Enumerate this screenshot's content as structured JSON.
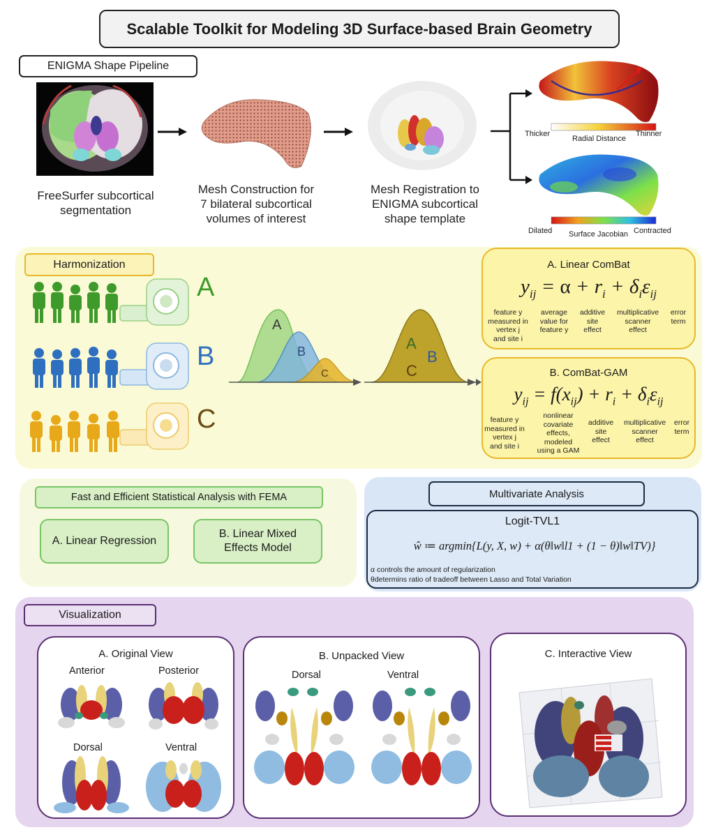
{
  "title": "Scalable Toolkit for Modeling 3D Surface-based Brain Geometry",
  "enigma": {
    "label": "ENIGMA Shape Pipeline",
    "steps": [
      {
        "caption_lines": [
          "FreeSurfer subcortical",
          "segmentation"
        ]
      },
      {
        "caption_lines": [
          "Mesh Construction for",
          "7 bilateral subcortical",
          "volumes of interest"
        ]
      },
      {
        "caption_lines": [
          "Mesh Registration to",
          "ENIGMA subcortical",
          "shape template"
        ]
      }
    ],
    "colorbars": [
      {
        "left": "Thicker",
        "center": "Radial Distance",
        "right": "Thinner"
      },
      {
        "left": "Dilated",
        "center": "Surface Jacobian",
        "right": "Contracted"
      }
    ]
  },
  "harmonization": {
    "label": "Harmonization",
    "sites": [
      "A",
      "B",
      "C"
    ],
    "colors": {
      "A": "#3f9a2c",
      "B": "#2f6fc0",
      "C": "#e7a81a",
      "letterC": "#6b4a12"
    },
    "dist_labels": [
      "A",
      "B",
      "C"
    ],
    "merged_labels": [
      "A",
      "B",
      "C"
    ],
    "linear": {
      "title": "A. Linear ComBat",
      "equation": "y_ij = α + r_i + δ_i ε_ij",
      "terms": [
        [
          "feature y",
          "measured in",
          "vertex j",
          "and site i"
        ],
        [
          "average",
          "value for",
          "feature y"
        ],
        [
          "additive",
          "site",
          "effect"
        ],
        [
          "multiplicative",
          "scanner",
          "effect"
        ],
        [
          "error",
          "term"
        ]
      ]
    },
    "gam": {
      "title": "B. ComBat-GAM",
      "equation": "y_ij = f(x_ij) + r_i + δ_i ε_ij",
      "terms": [
        [
          "feature y",
          "measured in",
          "vertex j",
          "and site i"
        ],
        [
          "nonlinear",
          "covariate",
          "effects,",
          "modeled",
          "using a GAM"
        ],
        [
          "additive",
          "site",
          "effect"
        ],
        [
          "multiplicative",
          "scanner",
          "effect"
        ],
        [
          "error",
          "term"
        ]
      ]
    }
  },
  "fema": {
    "label": "Fast and Efficient Statistical Analysis with FEMA",
    "a": "A. Linear Regression",
    "b_lines": [
      "B. Linear Mixed",
      "Effects Model"
    ]
  },
  "multivariate": {
    "label": "Multivariate Analysis",
    "model": "Logit-TVL1",
    "equation": "ŵ ≔ argmin{L(y, X, w) + α(θ‖w‖l1 + (1 − θ)‖w‖TV)}",
    "notes": [
      "α controls the amount of regularization",
      "θdetermins ratio of tradeoff between Lasso and Total Variation"
    ]
  },
  "visualization": {
    "label": "Visualization",
    "original": {
      "title": "A. Original View",
      "views": [
        "Anterior",
        "Posterior",
        "Dorsal",
        "Ventral"
      ]
    },
    "unpacked": {
      "title": "B. Unpacked View",
      "views": [
        "Dorsal",
        "Ventral"
      ]
    },
    "interactive": {
      "title": "C. Interactive View"
    }
  },
  "structure_colors": {
    "thalamus": "#c9201c",
    "putamen": "#5a5fa8",
    "caudate": "#e8d27a",
    "pallidum": "#d8d8d8",
    "hippocampus": "#8fbce0",
    "amygdala": "#3a9a7e",
    "accumbens": "#b8860b"
  }
}
